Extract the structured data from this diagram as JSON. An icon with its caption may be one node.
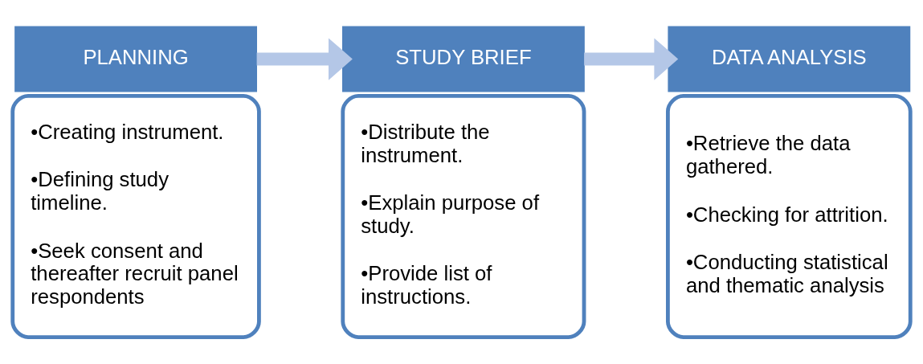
{
  "diagram": {
    "nodes": [
      {
        "text": [
          "PLANNING"
        ]
      },
      {
        "text": [
          "•Creating instrument.",
          "•Defining study timeline.",
          "•Seek consent and thereafter recruit panel respondents"
        ]
      },
      {
        "text": [
          "STUDY BRIEF"
        ]
      },
      {
        "text": [
          "•Distribute the instrument.",
          "•Explain purpose of study.",
          "•Provide list of instructions."
        ]
      },
      {
        "text": [
          "DATA ANALYSIS"
        ]
      },
      {
        "text": [
          "•Retrieve the data gathered.",
          "•Checking for attrition.",
          "•Conducting statistical and thematic analysis"
        ]
      }
    ],
    "edges": [
      {
        "from": 0,
        "to": 2,
        "arrow": "to"
      },
      {
        "from": 2,
        "to": 4,
        "arrow": "to"
      }
    ]
  }
}
